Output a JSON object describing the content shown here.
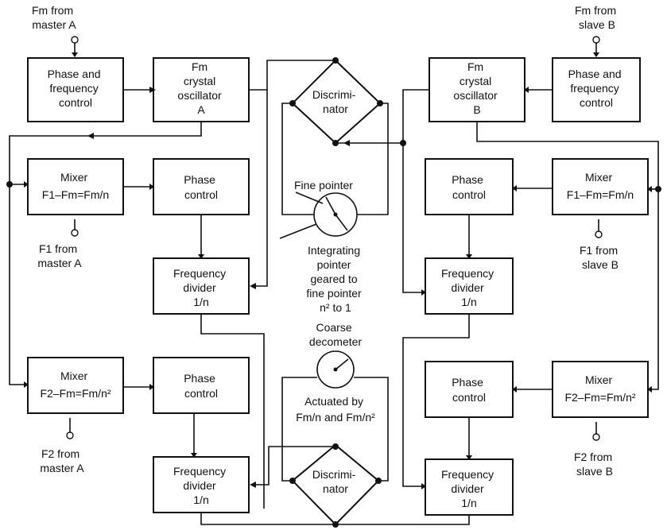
{
  "colors": {
    "ink": "#111111",
    "background": "#ffffff"
  },
  "inputs": {
    "master_fm": [
      "Fm from",
      "master A"
    ],
    "slave_fm": [
      "Fm from",
      "slave B"
    ],
    "master_f1": [
      "F1 from",
      "master A"
    ],
    "slave_f1": [
      "F1 from",
      "slave B"
    ],
    "master_f2": [
      "F2 from",
      "master A"
    ],
    "slave_f2": [
      "F2 from",
      "slave B"
    ]
  },
  "left": {
    "phase_freq_control": [
      "Phase and",
      "frequency",
      "control"
    ],
    "crystal_osc": [
      "Fm",
      "crystal",
      "oscillator",
      "A"
    ],
    "mixer1": [
      "Mixer",
      "F1–Fm=Fm/n"
    ],
    "phase_control1": [
      "Phase",
      "control"
    ],
    "freq_divider1": [
      "Frequency",
      "divider",
      "1/n"
    ],
    "mixer2": [
      "Mixer",
      "F2–Fm=Fm/n²"
    ],
    "phase_control2": [
      "Phase",
      "control"
    ],
    "freq_divider2": [
      "Frequency",
      "divider",
      "1/n"
    ]
  },
  "right": {
    "phase_freq_control": [
      "Phase and",
      "frequency",
      "control"
    ],
    "crystal_osc": [
      "Fm",
      "crystal",
      "oscillator",
      "B"
    ],
    "mixer1": [
      "Mixer",
      "F1–Fm=Fm/n"
    ],
    "phase_control1": [
      "Phase",
      "control"
    ],
    "freq_divider1": [
      "Frequency",
      "divider",
      "1/n"
    ],
    "mixer2": [
      "Mixer",
      "F2–Fm=Fm/n²"
    ],
    "phase_control2": [
      "Phase",
      "control"
    ],
    "freq_divider2": [
      "Frequency",
      "divider",
      "1/n"
    ]
  },
  "center": {
    "discriminator_top": [
      "Discrimi-",
      "nator"
    ],
    "discriminator_bottom": [
      "Discrimi-",
      "nator"
    ],
    "fine_pointer": "Fine pointer",
    "integrating_pointer": [
      "Integrating",
      "pointer",
      "geared to",
      "fine pointer",
      "n² to 1"
    ],
    "coarse_decometer": [
      "Coarse",
      "decometer"
    ],
    "actuated_by": [
      "Actuated by",
      "Fm/n and Fm/n²"
    ]
  }
}
